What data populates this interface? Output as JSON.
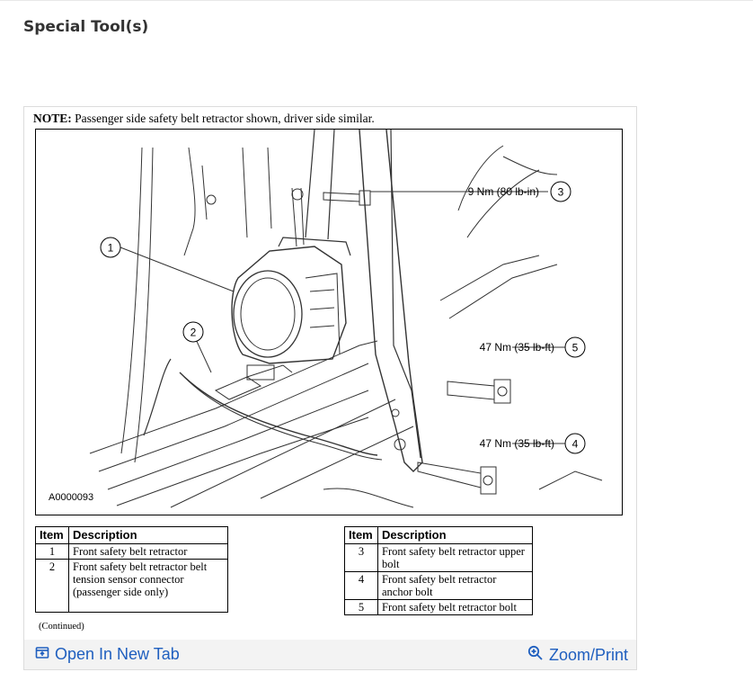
{
  "page": {
    "heading": "Special Tool(s)"
  },
  "note": {
    "label": "NOTE:",
    "text": " Passenger side safety belt retractor shown, driver side similar."
  },
  "figure": {
    "id_label": "A0000093",
    "callouts": [
      {
        "num": "1"
      },
      {
        "num": "2"
      },
      {
        "num": "3",
        "torque": "9 Nm (80 lb-in)"
      },
      {
        "num": "5",
        "torque": "47 Nm (35 lb-ft)"
      },
      {
        "num": "4",
        "torque": "47 Nm (35 lb-ft)"
      }
    ]
  },
  "table_left": {
    "headers": [
      "Item",
      "Description"
    ],
    "rows": [
      {
        "item": "1",
        "desc": "Front safety belt retractor"
      },
      {
        "item": "2",
        "desc": "Front safety belt retractor belt tension sensor connector (passenger side only)"
      }
    ],
    "continued": "(Continued)"
  },
  "table_right": {
    "headers": [
      "Item",
      "Description"
    ],
    "rows": [
      {
        "item": "3",
        "desc": "Front safety belt retractor upper bolt"
      },
      {
        "item": "4",
        "desc": "Front safety belt retractor anchor bolt"
      },
      {
        "item": "5",
        "desc": "Front safety belt retractor bolt"
      }
    ]
  },
  "footer": {
    "open_tab": "Open In New Tab",
    "zoom_print": "Zoom/Print"
  },
  "colors": {
    "link": "#1f5fbf"
  }
}
